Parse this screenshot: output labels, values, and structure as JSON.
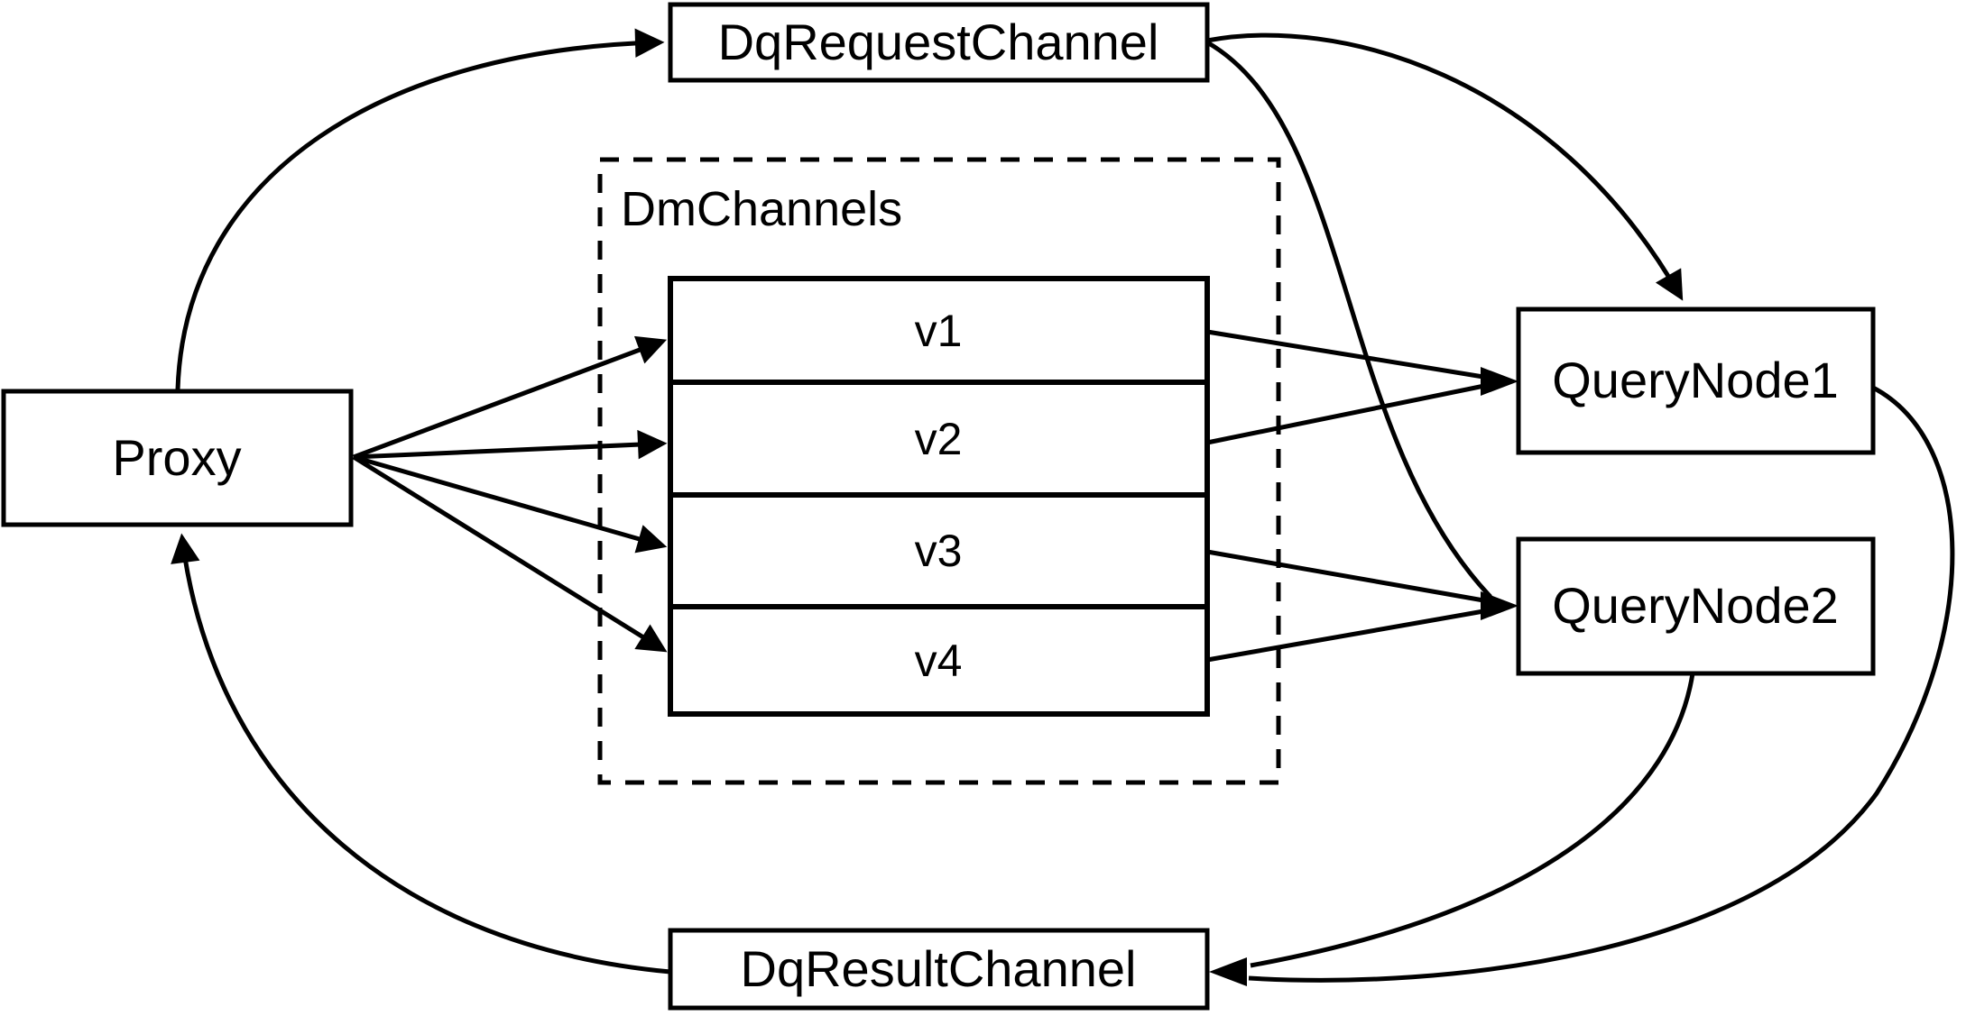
{
  "diagram": {
    "background_color": "#ffffff",
    "stroke_color": "#000000",
    "nodes": {
      "proxy": {
        "label": "Proxy"
      },
      "dq_request_channel": {
        "label": "DqRequestChannel"
      },
      "dm_channels": {
        "label": "DmChannels",
        "channels": [
          {
            "label": "v1"
          },
          {
            "label": "v2"
          },
          {
            "label": "v3"
          },
          {
            "label": "v4"
          }
        ]
      },
      "query_node_1": {
        "label": "QueryNode1"
      },
      "query_node_2": {
        "label": "QueryNode2"
      },
      "dq_result_channel": {
        "label": "DqResultChannel"
      }
    },
    "edges": [
      {
        "from": "Proxy",
        "to": "DqRequestChannel"
      },
      {
        "from": "DqRequestChannel",
        "to": "QueryNode1"
      },
      {
        "from": "DqRequestChannel",
        "to": "QueryNode2"
      },
      {
        "from": "Proxy",
        "to": "v1"
      },
      {
        "from": "Proxy",
        "to": "v2"
      },
      {
        "from": "Proxy",
        "to": "v3"
      },
      {
        "from": "Proxy",
        "to": "v4"
      },
      {
        "from": "v1",
        "to": "QueryNode1"
      },
      {
        "from": "v2",
        "to": "QueryNode1"
      },
      {
        "from": "v3",
        "to": "QueryNode2"
      },
      {
        "from": "v4",
        "to": "QueryNode2"
      },
      {
        "from": "QueryNode1",
        "to": "DqResultChannel"
      },
      {
        "from": "QueryNode2",
        "to": "DqResultChannel"
      },
      {
        "from": "DqResultChannel",
        "to": "Proxy"
      }
    ]
  }
}
